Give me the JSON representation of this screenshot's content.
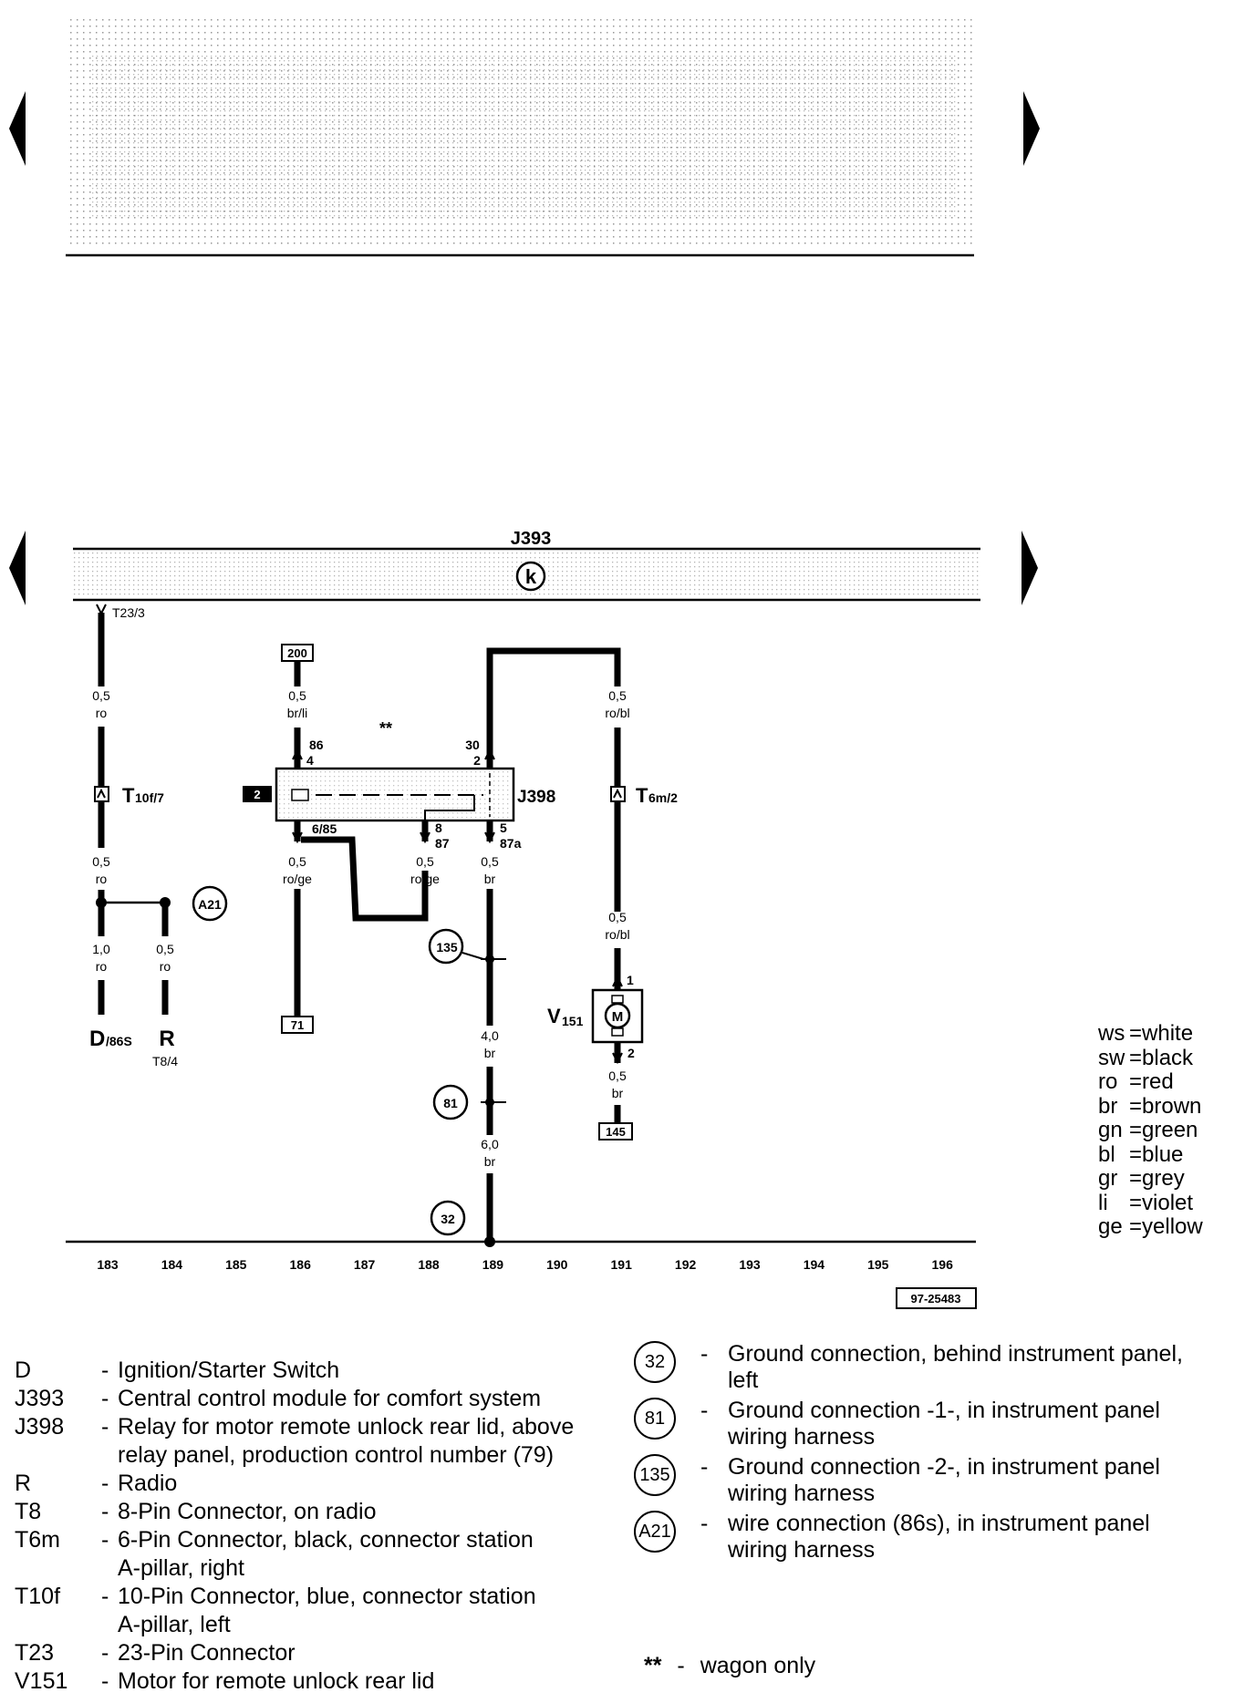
{
  "diagram": {
    "components": {
      "j393": "J393",
      "j393_symbol": "k",
      "j398": "J398",
      "j398_marker": "2",
      "v151_letter": "V",
      "v151_sub": "151",
      "motor_symbol": "M",
      "d_letter": "D",
      "d_sub": "/86S",
      "r_letter": "R",
      "r_sub": "T8/4",
      "wagon_mark": "**"
    },
    "connectors": {
      "t23": "T23/3",
      "t10f_letter": "T",
      "t10f_sub": "10f/7",
      "t6m_letter": "T",
      "t6m_sub": "6m/2"
    },
    "references": {
      "r200": "200",
      "r71": "71",
      "r145": "145"
    },
    "grounds": {
      "g32": "32",
      "g81": "81",
      "g135": "135",
      "a21": "A21"
    },
    "pins": {
      "p86": "86",
      "p4": "4",
      "p30": "30",
      "p2": "2",
      "p685": "6/85",
      "p8": "8",
      "p87": "87",
      "p5": "5",
      "p87a": "87a",
      "m1": "1",
      "m2": "2"
    },
    "wires": {
      "w183a_size": "0,5",
      "w183a_color": "ro",
      "w183b_size": "0,5",
      "w183b_color": "ro",
      "w183c_size": "1,0",
      "w183c_color": "ro",
      "w184_size": "0,5",
      "w184_color": "ro",
      "w186a_size": "0,5",
      "w186a_color": "br/li",
      "w186b_size": "0,5",
      "w186b_color": "ro/ge",
      "w188_size": "0,5",
      "w188_color": "ro/ge",
      "w189a_size": "0,5",
      "w189a_color": "br",
      "w189b_size": "4,0",
      "w189b_color": "br",
      "w189c_size": "6,0",
      "w189c_color": "br",
      "w191a_size": "0,5",
      "w191a_color": "ro/bl",
      "w191b_size": "0,5",
      "w191b_color": "ro/bl",
      "w191c_size": "0,5",
      "w191c_color": "br"
    },
    "tracks": [
      "183",
      "184",
      "185",
      "186",
      "187",
      "188",
      "189",
      "190",
      "191",
      "192",
      "193",
      "194",
      "195",
      "196"
    ],
    "drawing_number": "97-25483"
  },
  "color_codes": [
    {
      "code": "ws",
      "name": "white"
    },
    {
      "code": "sw",
      "name": "black"
    },
    {
      "code": "ro",
      "name": "red"
    },
    {
      "code": "br",
      "name": "brown"
    },
    {
      "code": "gn",
      "name": "green"
    },
    {
      "code": "bl",
      "name": "blue"
    },
    {
      "code": "gr",
      "name": "grey"
    },
    {
      "code": "li",
      "name": "violet"
    },
    {
      "code": "ge",
      "name": "yellow"
    }
  ],
  "legend": [
    {
      "code": "D",
      "lines": [
        "Ignition/Starter Switch"
      ]
    },
    {
      "code": "J393",
      "lines": [
        "Central control module for comfort system"
      ]
    },
    {
      "code": "J398",
      "lines": [
        "Relay for motor remote unlock rear lid, above",
        "relay panel, production control number (79)"
      ]
    },
    {
      "code": "R",
      "lines": [
        "Radio"
      ]
    },
    {
      "code": "T8",
      "lines": [
        "8-Pin Connector, on radio"
      ]
    },
    {
      "code": "T6m",
      "lines": [
        "6-Pin Connector, black, connector station",
        "A-pillar, right"
      ]
    },
    {
      "code": "T10f",
      "lines": [
        "10-Pin Connector, blue, connector station",
        "A-pillar, left"
      ]
    },
    {
      "code": "T23",
      "lines": [
        "23-Pin Connector"
      ]
    },
    {
      "code": "V151",
      "lines": [
        "Motor for remote unlock rear lid"
      ]
    }
  ],
  "ground_legend": [
    {
      "id": "32",
      "lines": [
        "Ground connection, behind instrument panel,",
        "left"
      ]
    },
    {
      "id": "81",
      "lines": [
        "Ground connection -1-, in instrument panel",
        "wiring harness"
      ]
    },
    {
      "id": "135",
      "lines": [
        "Ground connection -2-, in instrument panel",
        "wiring harness"
      ]
    },
    {
      "id": "A21",
      "lines": [
        "wire connection (86s), in instrument panel",
        "wiring harness"
      ]
    }
  ],
  "wagon_note": {
    "mark": "**",
    "text": "wagon only"
  }
}
